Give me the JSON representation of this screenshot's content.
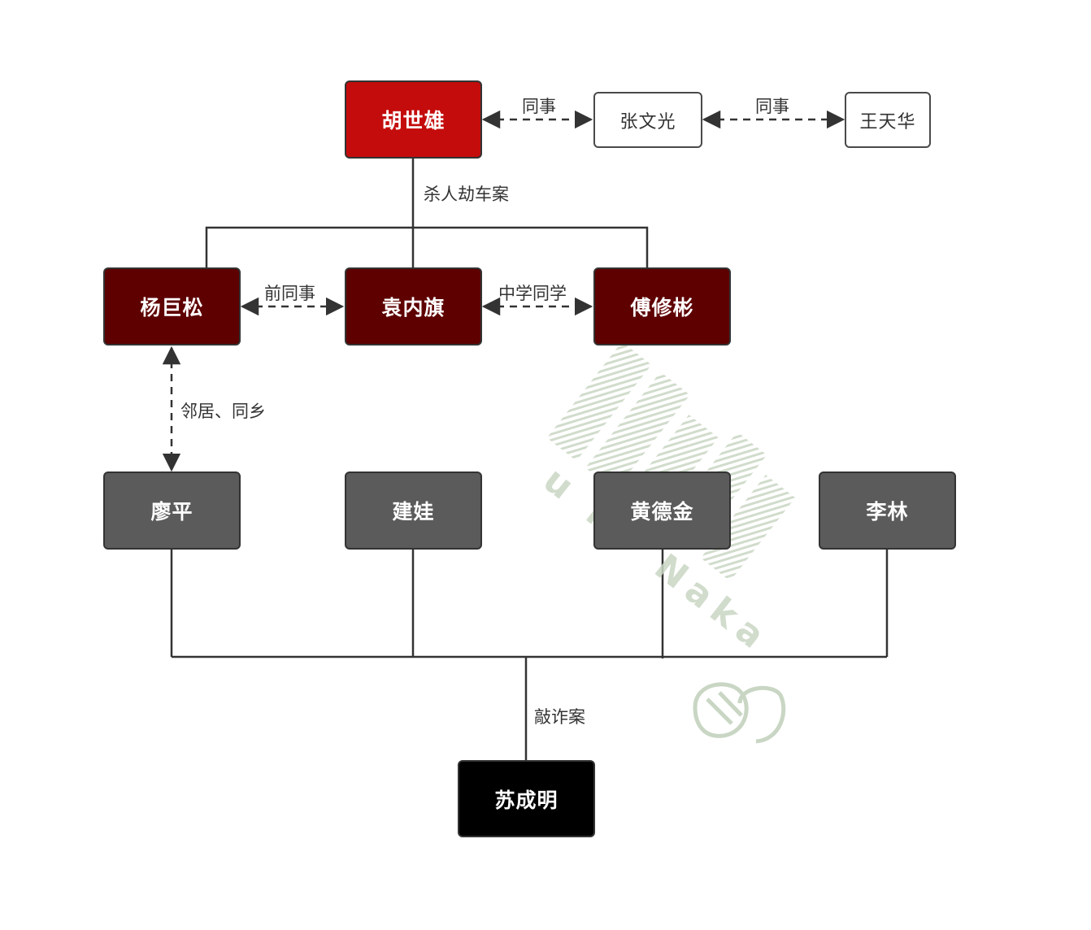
{
  "colors": {
    "culprit_node": "#c40c0c",
    "accomplice_node": "#5e0000",
    "victim_node": "#5b5b5b",
    "extorted_node": "#000000",
    "plain_node": "#ffffff",
    "line": "#333333",
    "watermark": "#c9d6c4"
  },
  "nodes": {
    "hu_shixiong": "胡世雄",
    "zhang_wenguang": "张文光",
    "wang_tianhua": "王天华",
    "yang_jusong": "杨巨松",
    "yuan_neiqi": "袁内旗",
    "fu_xiubin": "傅修彬",
    "liao_ping": "廖平",
    "jian_wa": "建娃",
    "huang_dejin": "黄德金",
    "li_lin": "李林",
    "su_chengming": "苏成明"
  },
  "edge_labels": {
    "hu_zhang": "同事",
    "zhang_wang": "同事",
    "robbery_case": "杀人劫车案",
    "yang_yuan": "前同事",
    "yuan_fu": "中学同学",
    "yang_liao": "邻居、同乡",
    "extortion_case": "敲诈案"
  },
  "watermark_text": "u no Naka"
}
